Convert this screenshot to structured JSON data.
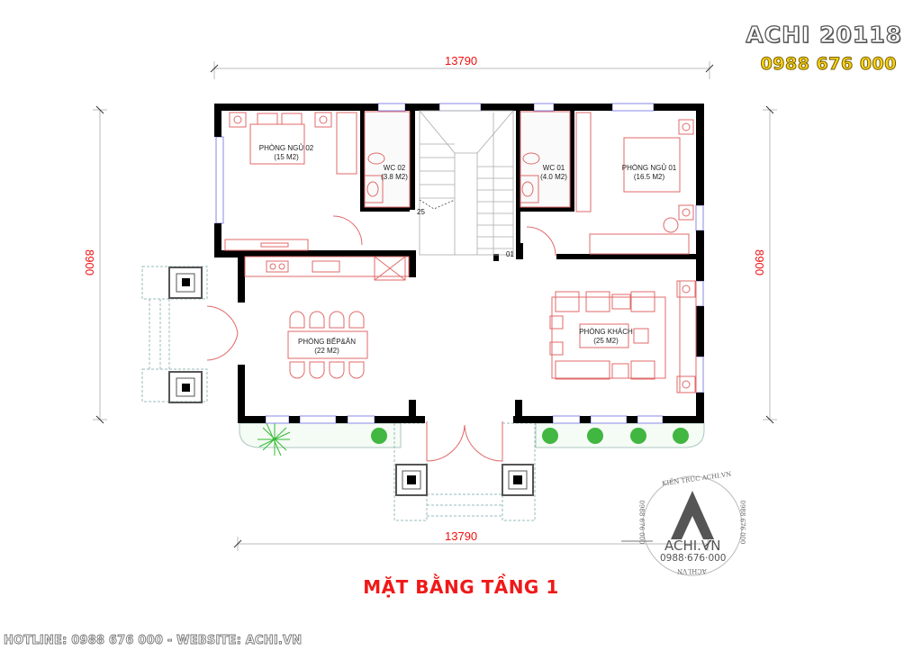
{
  "header": {
    "project_code": "ACHI 20118",
    "phone": "0988 676 000"
  },
  "dimensions": {
    "top_width": "13790",
    "bottom_width": "13790",
    "left_height": "8900",
    "right_height": "8900"
  },
  "rooms": [
    {
      "id": "bedroom-02",
      "name": "PHÒNG NGỦ 02",
      "area": "(15 M2)"
    },
    {
      "id": "wc-02",
      "name": "WC 02",
      "area": "(3.8 M2)"
    },
    {
      "id": "wc-01",
      "name": "WC 01",
      "area": "(4.0 M2)"
    },
    {
      "id": "bedroom-01",
      "name": "PHÒNG NGỦ 01",
      "area": "(16.5 M2)"
    },
    {
      "id": "kitchen-dining",
      "name": "PHÒNG BẾP&ĂN",
      "area": "(22 M2)"
    },
    {
      "id": "living-room",
      "name": "PHÒNG KHÁCH",
      "area": "(25 M2)"
    }
  ],
  "stair_labels": {
    "top_step": "25",
    "bottom_step": "01"
  },
  "stamp": {
    "arc_top": "KIẾN TRÚC ACHI.VN",
    "arc_bottom": "ACHI.VN",
    "arc_left": "0988 676 000",
    "arc_right": "0988 676 000",
    "name": "ACHI.VN",
    "phone": "0988·676·000"
  },
  "title": "MẶT BẰNG TẦNG 1",
  "footer": "HOTLINE: 0988 676 000 - WEBSITE: ACHI.VN",
  "colors": {
    "wall": "#000000",
    "furniture": "#e06a6a",
    "dimension_text": "#f01010",
    "window": "#8a8ae8",
    "planting": "#22aa33",
    "title": "#f01818",
    "brand_phone": "#f7d21a"
  }
}
